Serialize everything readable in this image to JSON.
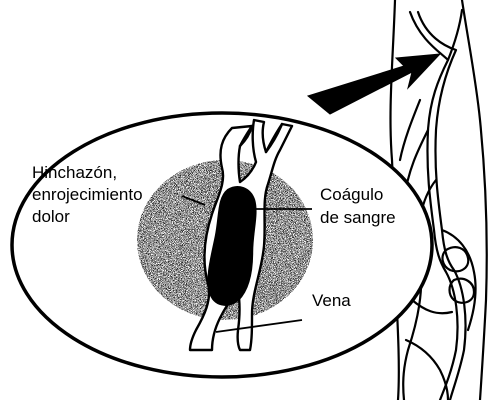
{
  "labels": {
    "swelling_line1": "Hinchazón,",
    "swelling_line2": "enrojecimiento",
    "swelling_line3": "dolor",
    "clot_line1": "Coágulo",
    "clot_line2": "de sangre",
    "vein": "Vena"
  },
  "colors": {
    "ink": "#000000",
    "paper": "#ffffff",
    "shading": "#777777"
  }
}
